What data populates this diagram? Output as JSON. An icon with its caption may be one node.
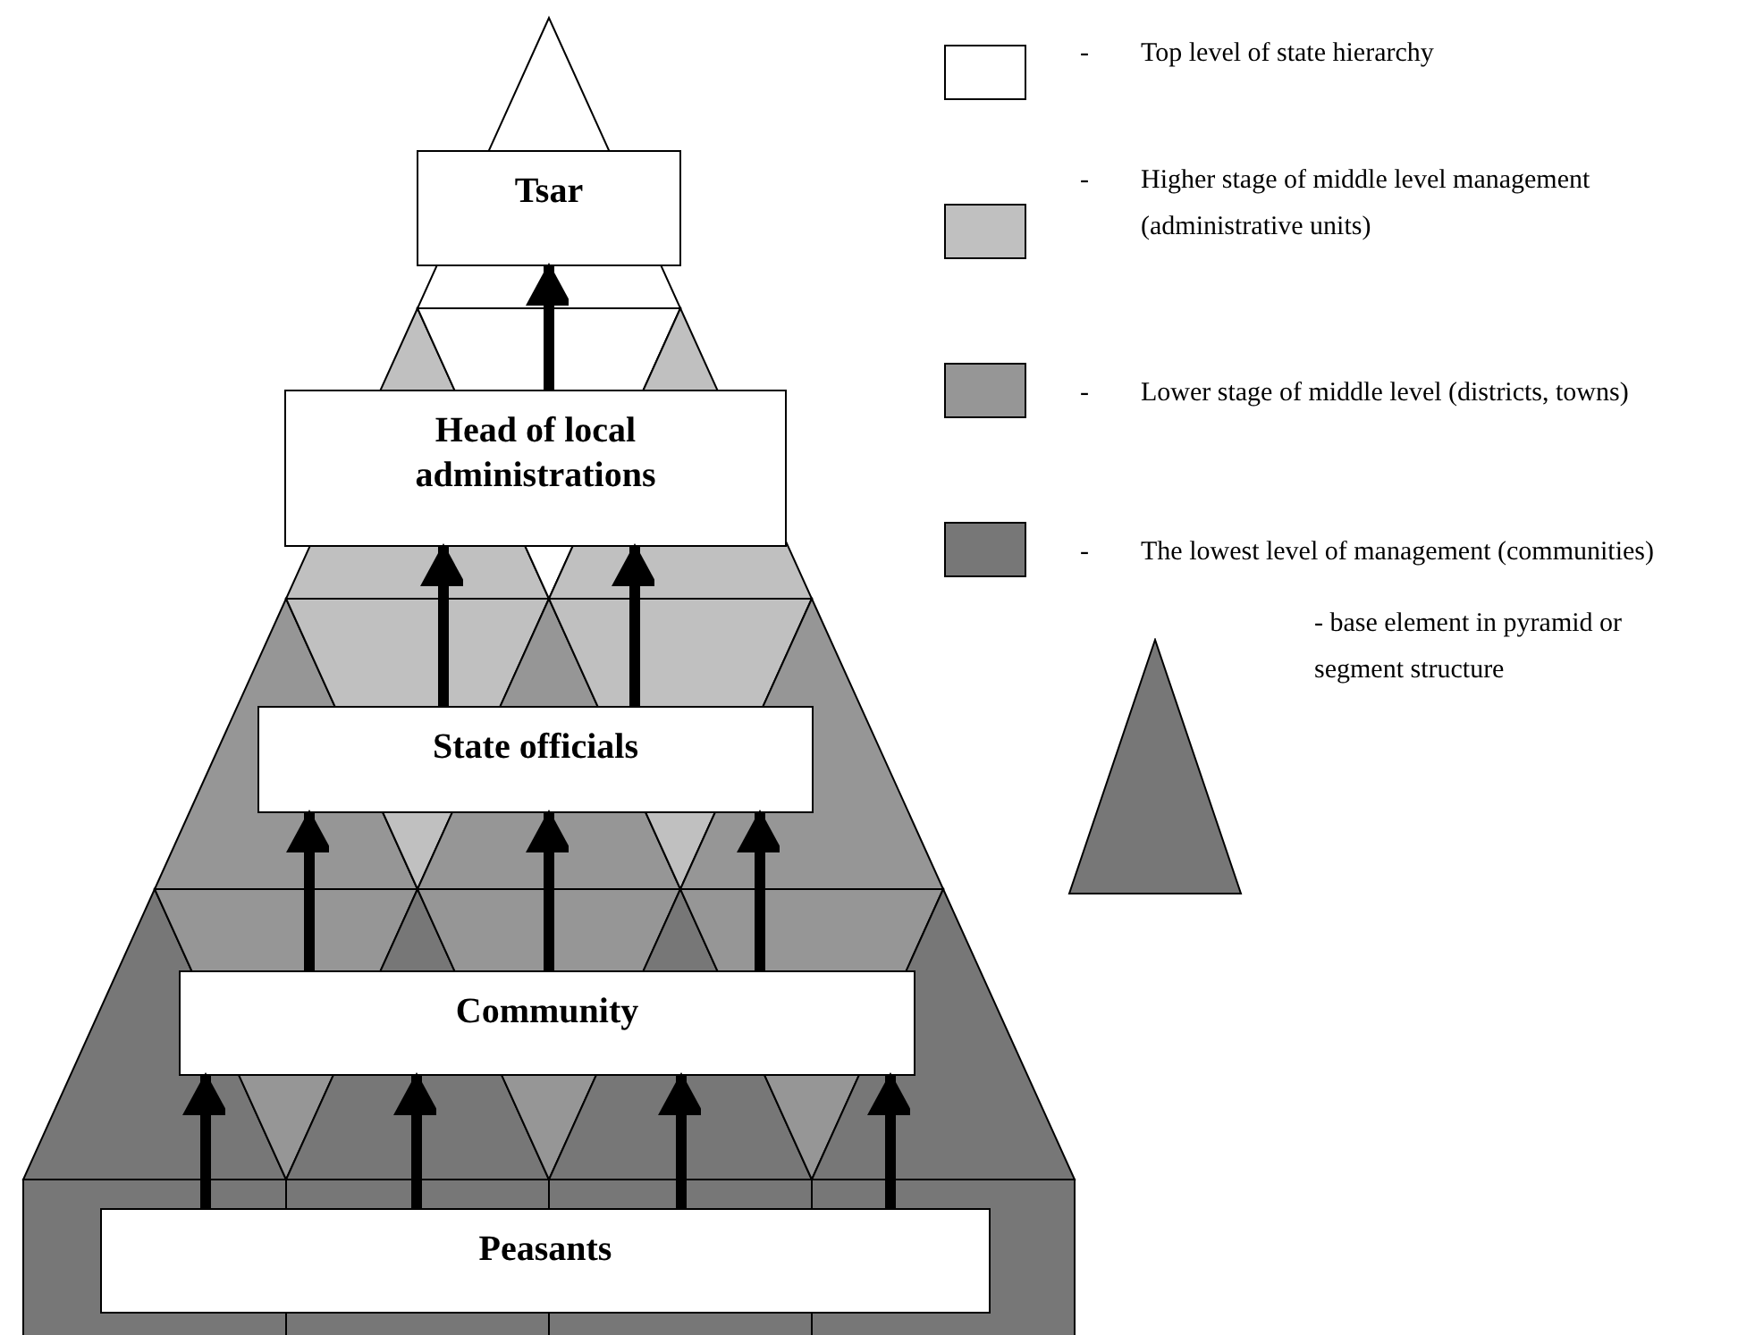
{
  "diagram": {
    "nodes": [
      {
        "text": [
          "Tsar"
        ]
      },
      {
        "text": [
          "Head of local administrations"
        ]
      },
      {
        "text": [
          "State officials"
        ]
      },
      {
        "text": [
          "Community"
        ]
      },
      {
        "text": [
          "Peasants"
        ]
      }
    ],
    "edges": [
      {
        "from": 1,
        "to": 0,
        "arrow": "to"
      },
      {
        "from": 2,
        "to": 1,
        "arrow": "to"
      },
      {
        "from": 2,
        "to": 1,
        "arrow": "to"
      },
      {
        "from": 3,
        "to": 2,
        "arrow": "to"
      },
      {
        "from": 3,
        "to": 2,
        "arrow": "to"
      },
      {
        "from": 3,
        "to": 2,
        "arrow": "to"
      },
      {
        "from": 4,
        "to": 3,
        "arrow": "to"
      },
      {
        "from": 4,
        "to": 3,
        "arrow": "to"
      },
      {
        "from": 4,
        "to": 3,
        "arrow": "to"
      },
      {
        "from": 4,
        "to": 3,
        "arrow": "to"
      }
    ],
    "labels": [
      "-",
      "-",
      "-",
      "-"
    ],
    "legend": [
      {
        "text": "Top level of state hierarchy",
        "color": "#ffffff"
      },
      {
        "text": "Higher stage of middle level management (administrative units)",
        "color": "#c0c0c0"
      },
      {
        "text": "Lower stage of middle level (districts, towns)",
        "color": "#969696"
      },
      {
        "text": "The lowest level of management (communities)",
        "color": "#777777"
      },
      {
        "text": "- base element in pyramid or segment structure"
      }
    ]
  }
}
